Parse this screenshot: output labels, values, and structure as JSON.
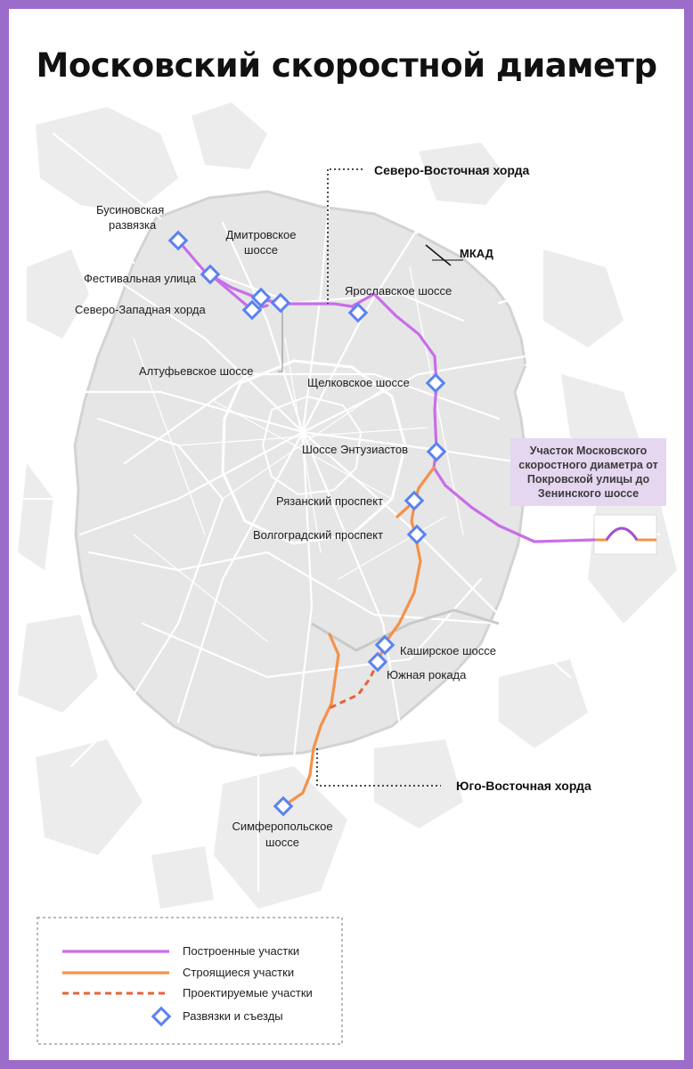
{
  "title": "Московский скоростной диаметр",
  "colors": {
    "built": "#c86ee8",
    "construction": "#f4924a",
    "planned": "#e8623a",
    "junction": "#5b82f0",
    "map_area": "#e6e6e6",
    "roads": "#ffffff",
    "frame": "#9b6cc9",
    "highlight_box": "#e5d7f0"
  },
  "labels": {
    "severo_vostochnaya": "Северо-Восточная хорда",
    "mkad": "МКАД",
    "yugo_vostochnaya": "Юго-Восточная хорда",
    "busin_1": "Бусиновская",
    "busin_2": "развязка",
    "dmitr_1": "Дмитровское",
    "dmitr_2": "шоссе",
    "festival": "Фестивальная улица",
    "severo_zapadnaya": "Северо-Западная хорда",
    "yaroslav": "Ярославское шоссе",
    "altufev": "Алтуфьевское шоссе",
    "shchelkov": "Щелковское шоссе",
    "entuziast": "Шоссе Энтузиастов",
    "ryazan": "Рязанский проспект",
    "volgograd": "Волгоградский проспект",
    "kashir": "Каширское шоссе",
    "yuzhnaya": "Южная рокада",
    "simfer_1": "Симферопольское",
    "simfer_2": "шоссе",
    "highlight": "Участок Московского скоростного диаметра от Покровской улицы до Зенинского шоссе"
  },
  "legend": {
    "built": "Построенные участки",
    "construction": "Строящиеся участки",
    "planned": "Проектируемые участки",
    "junctions": "Развязки и съезды"
  }
}
